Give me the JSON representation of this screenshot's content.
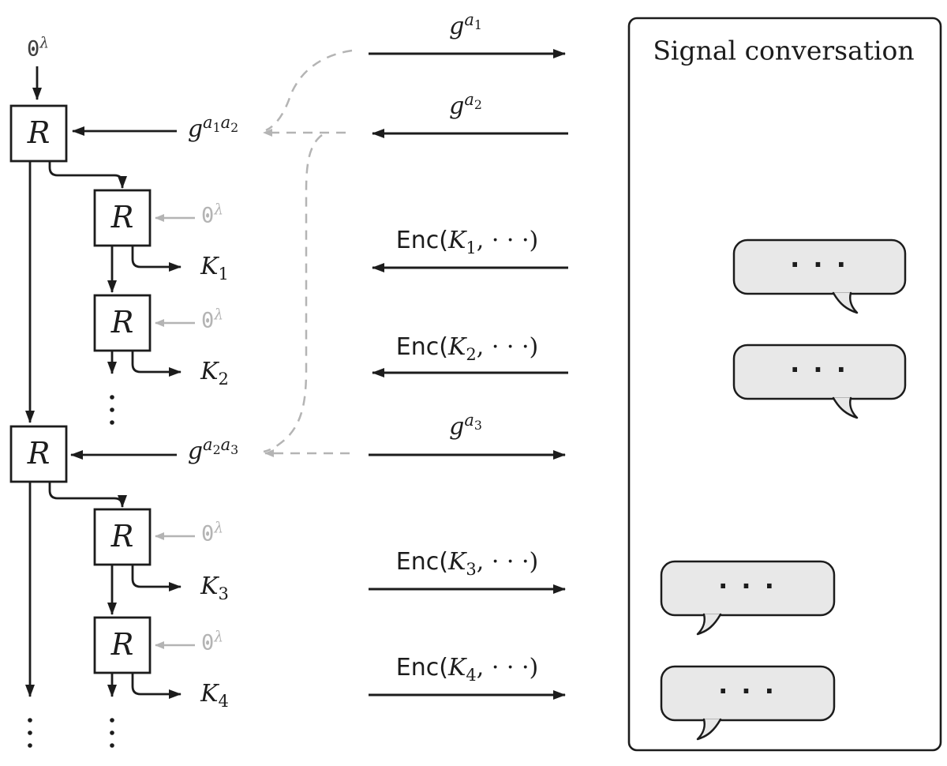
{
  "colors": {
    "ink": "#1c1c1c",
    "gray": "#b4b4b4",
    "seed": "#3f3f3f",
    "bubble_fill": "#e8e8e8",
    "background": "#ffffff"
  },
  "ratchet": {
    "box_label": "R",
    "seed_label": [
      {
        "k": "span",
        "cls": "zero",
        "c": [
          "0"
        ]
      },
      {
        "k": "sup",
        "cls": "lam",
        "c": [
          "λ"
        ]
      }
    ],
    "dh_labels": [
      [
        {
          "k": "span",
          "cls": "it",
          "c": [
            "g"
          ]
        },
        {
          "k": "sup",
          "c": [
            {
              "k": "span",
              "cls": "it",
              "c": [
                "a"
              ]
            },
            {
              "k": "sub",
              "c": [
                "1"
              ]
            },
            {
              "k": "span",
              "cls": "it",
              "c": [
                "a"
              ]
            },
            {
              "k": "sub",
              "c": [
                "2"
              ]
            }
          ]
        }
      ],
      [
        {
          "k": "span",
          "cls": "it",
          "c": [
            "g"
          ]
        },
        {
          "k": "sup",
          "c": [
            {
              "k": "span",
              "cls": "it",
              "c": [
                "a"
              ]
            },
            {
              "k": "sub",
              "c": [
                "2"
              ]
            },
            {
              "k": "span",
              "cls": "it",
              "c": [
                "a"
              ]
            },
            {
              "k": "sub",
              "c": [
                "3"
              ]
            }
          ]
        }
      ]
    ],
    "key_labels": [
      [
        {
          "k": "span",
          "cls": "it",
          "c": [
            "K"
          ]
        },
        {
          "k": "sub",
          "c": [
            "1"
          ]
        }
      ],
      [
        {
          "k": "span",
          "cls": "it",
          "c": [
            "K"
          ]
        },
        {
          "k": "sub",
          "c": [
            "2"
          ]
        }
      ],
      [
        {
          "k": "span",
          "cls": "it",
          "c": [
            "K"
          ]
        },
        {
          "k": "sub",
          "c": [
            "3"
          ]
        }
      ],
      [
        {
          "k": "span",
          "cls": "it",
          "c": [
            "K"
          ]
        },
        {
          "k": "sub",
          "c": [
            "4"
          ]
        }
      ]
    ]
  },
  "messages": [
    {
      "direction": "right",
      "label": [
        {
          "k": "span",
          "cls": "it",
          "c": [
            "g"
          ]
        },
        {
          "k": "sup",
          "c": [
            {
              "k": "span",
              "cls": "it",
              "c": [
                "a"
              ]
            },
            {
              "k": "sub",
              "c": [
                "1"
              ]
            }
          ]
        }
      ]
    },
    {
      "direction": "left",
      "label": [
        {
          "k": "span",
          "cls": "it",
          "c": [
            "g"
          ]
        },
        {
          "k": "sup",
          "c": [
            {
              "k": "span",
              "cls": "it",
              "c": [
                "a"
              ]
            },
            {
              "k": "sub",
              "c": [
                "2"
              ]
            }
          ]
        }
      ]
    },
    {
      "direction": "left",
      "label": [
        {
          "k": "span",
          "cls": "sf",
          "c": [
            "Enc("
          ]
        },
        {
          "k": "span",
          "cls": "it",
          "c": [
            "K"
          ]
        },
        {
          "k": "sub",
          "c": [
            "1"
          ]
        },
        {
          "k": "span",
          "cls": "rm",
          "c": [
            ", · · ·)"
          ]
        }
      ]
    },
    {
      "direction": "left",
      "label": [
        {
          "k": "span",
          "cls": "sf",
          "c": [
            "Enc("
          ]
        },
        {
          "k": "span",
          "cls": "it",
          "c": [
            "K"
          ]
        },
        {
          "k": "sub",
          "c": [
            "2"
          ]
        },
        {
          "k": "span",
          "cls": "rm",
          "c": [
            ", · · ·)"
          ]
        }
      ]
    },
    {
      "direction": "right",
      "label": [
        {
          "k": "span",
          "cls": "it",
          "c": [
            "g"
          ]
        },
        {
          "k": "sup",
          "c": [
            {
              "k": "span",
              "cls": "it",
              "c": [
                "a"
              ]
            },
            {
              "k": "sub",
              "c": [
                "3"
              ]
            }
          ]
        }
      ]
    },
    {
      "direction": "right",
      "label": [
        {
          "k": "span",
          "cls": "sf",
          "c": [
            "Enc("
          ]
        },
        {
          "k": "span",
          "cls": "it",
          "c": [
            "K"
          ]
        },
        {
          "k": "sub",
          "c": [
            "3"
          ]
        },
        {
          "k": "span",
          "cls": "rm",
          "c": [
            ", · · ·)"
          ]
        }
      ]
    },
    {
      "direction": "right",
      "label": [
        {
          "k": "span",
          "cls": "sf",
          "c": [
            "Enc("
          ]
        },
        {
          "k": "span",
          "cls": "it",
          "c": [
            "K"
          ]
        },
        {
          "k": "sub",
          "c": [
            "4"
          ]
        },
        {
          "k": "span",
          "cls": "rm",
          "c": [
            ", · · ·)"
          ]
        }
      ]
    }
  ],
  "panel": {
    "title": "Signal conversation",
    "bubble_dots": "· · ·",
    "bubbles": [
      {
        "align": "right"
      },
      {
        "align": "right"
      },
      {
        "align": "left"
      },
      {
        "align": "left"
      }
    ]
  }
}
